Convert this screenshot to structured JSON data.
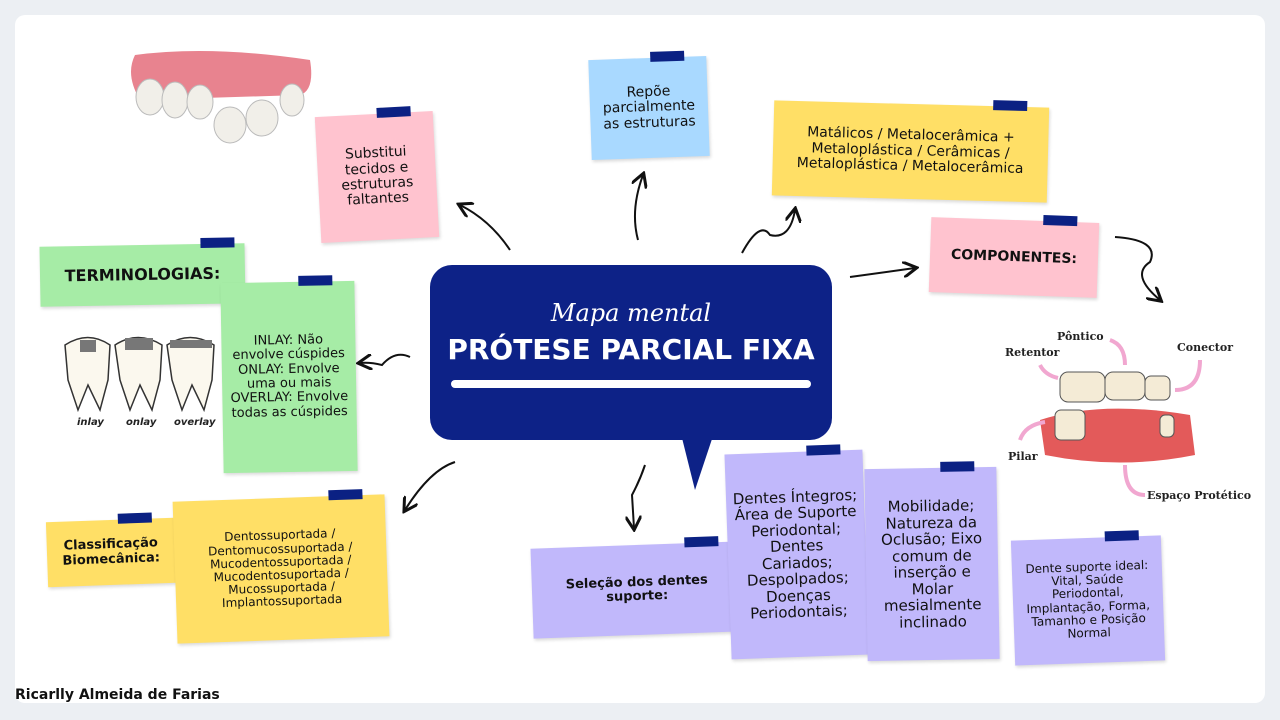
{
  "center": {
    "subtitle": "Mapa mental",
    "title": "PRÓTESE PARCIAL FIXA"
  },
  "notes": {
    "substitui": "Substitui tecidos e estruturas faltantes",
    "repoe": "Repõe parcialmente as estruturas",
    "materiais": "Matálicos / Metalocerâmica + Metaloplástica / Cerâmicas / Metaloplástica / Metalocerâmica",
    "componentes": "COMPONENTES:",
    "terminologias": "TERMINOLOGIAS:",
    "inlay": "INLAY: Não envolve cúspides ONLAY: Envolve uma ou mais OVERLAY: Envolve todas as cúspides",
    "classificacao": "Classificação Biomecânica:",
    "classificacao_tipos": "Dentossuportada / Dentomucossuportada / Mucodentossuportada / Mucodentosuportada / Mucossuportada / Implantossuportada",
    "selecao": "Seleção dos dentes suporte:",
    "dentes": "Dentes Íntegros; Área de Suporte Periodontal; Dentes Cariados; Despolpados; Doenças Periodontais;",
    "mobilidade": "Mobilidade; Natureza da Oclusão; Eixo comum de inserção e Molar mesialmente inclinado",
    "ideal": "Dente suporte ideal: Vital, Saúde Periodontal, Implantação, Forma, Tamanho e Posição Normal"
  },
  "tooth_labels": [
    "inlay",
    "onlay",
    "overlay"
  ],
  "prosthesis_labels": {
    "pontico": "Pôntico",
    "retentor": "Retentor",
    "conector": "Conector",
    "pilar": "Pilar",
    "espaco": "Espaço Protético"
  },
  "author": "Ricarlly Almeida de Farias",
  "colors": {
    "navy": "#0d2287",
    "green": "#a6eca6",
    "pink": "#ffc3cf",
    "yellow": "#ffdf66",
    "blue": "#a9d9ff",
    "purple": "#c1b8fb"
  }
}
